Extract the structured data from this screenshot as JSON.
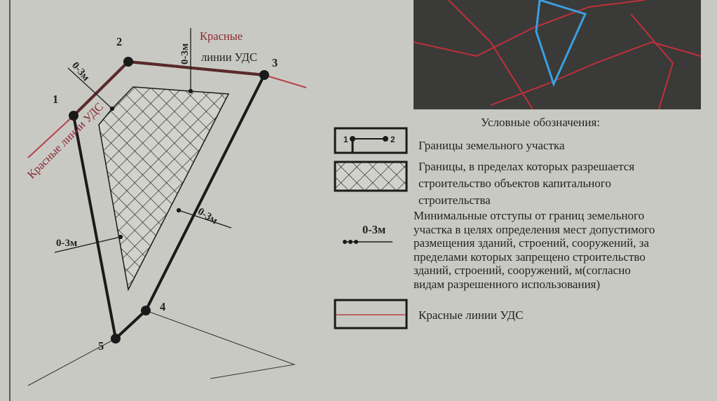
{
  "diagram": {
    "points": [
      "1",
      "2",
      "3",
      "4",
      "5"
    ],
    "setback_label": "0-3м",
    "red_line_label_top": [
      "Красные",
      "линии УДС"
    ],
    "red_line_label_left": "Красные линии УДС",
    "colors": {
      "boundary": "#1a1a1a",
      "red_line": "#b5424a",
      "photo_bg": "#3a3a38",
      "photo_red": "#c0303a",
      "photo_blue": "#3aa0e0"
    }
  },
  "legend": {
    "title": "Условные обозначения:",
    "items": [
      {
        "icon": "boundary-line-icon",
        "icon_labels": [
          "1",
          "2"
        ],
        "text": "Границы земельного участка"
      },
      {
        "icon": "hatch-icon",
        "lines": [
          "Границы, в пределах которых разрешается",
          "строительство  объектов капитального",
          "строительства"
        ]
      },
      {
        "icon": "setback-arrow-icon",
        "icon_label": "0-3м",
        "lines": [
          "Минимальные отступы от границ земельного",
          "участка в целях определения мест допустимого",
          "размещения зданий, строений, сооружений, за",
          "пределами которых запрещено строительство",
          "зданий, строений, сооружений, м(согласно",
          "видам разрешенного использования)"
        ]
      },
      {
        "icon": "red-line-icon",
        "text": "Красные линии УДС"
      }
    ]
  }
}
